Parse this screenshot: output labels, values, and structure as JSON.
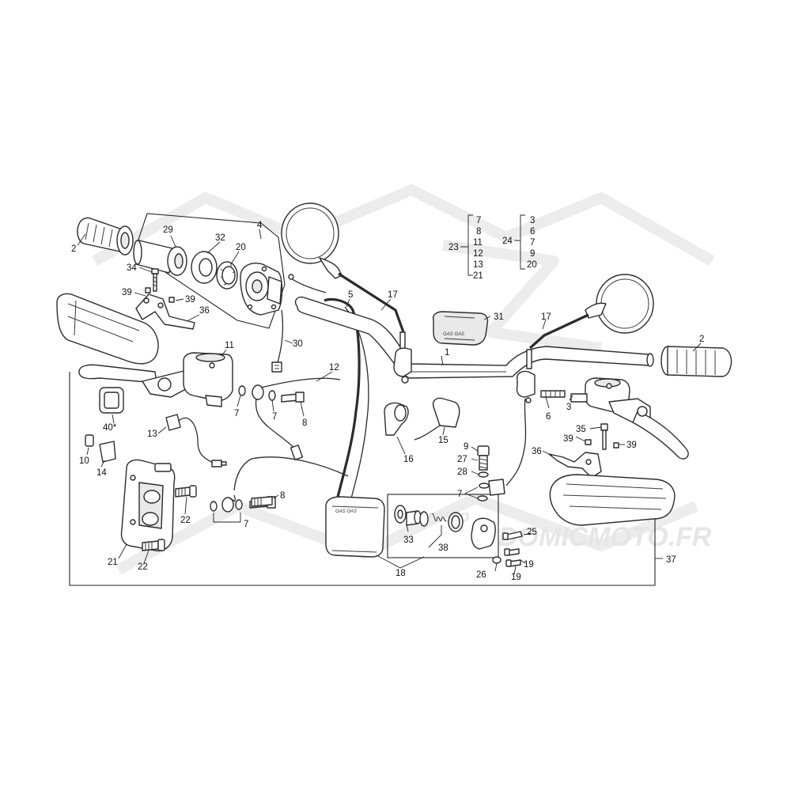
{
  "watermark": {
    "text_bottom": "DOMICMOTO.FR",
    "text_moto": "moto"
  },
  "brand_mark": "GAS GAS",
  "callouts": {
    "c1": "1",
    "c2_left": "2",
    "c2_right": "2",
    "c3": "3",
    "c4": "4",
    "c5": "5",
    "c6": "6",
    "c7_a": "7",
    "c7_b": "7",
    "c7_c": "7",
    "c7_d": "7",
    "c8_a": "8",
    "c8_b": "8",
    "c9": "9",
    "c10": "10",
    "c11": "11",
    "c12": "12",
    "c13": "13",
    "c14": "14",
    "c15": "15",
    "c16": "16",
    "c17_a": "17",
    "c17_b": "17",
    "c18": "18",
    "c19_a": "19",
    "c19_b": "19",
    "c20": "20",
    "c21": "21",
    "c22_a": "22",
    "c22_b": "22",
    "c23": "23",
    "c24": "24",
    "c25": "25",
    "c26": "26",
    "c27": "27",
    "c28": "28",
    "c29": "29",
    "c30": "30",
    "c31": "31",
    "c32": "32",
    "c33": "33",
    "c34": "34",
    "c35": "35",
    "c36_a": "36",
    "c36_b": "36",
    "c37": "37",
    "c38": "38",
    "c39_a": "39",
    "c39_b": "39",
    "c39_c": "39",
    "c39_d": "39",
    "c40": "40*"
  },
  "kit_23": {
    "label": "23",
    "items": [
      "7",
      "8",
      "11",
      "12",
      "13",
      "21"
    ]
  },
  "kit_24": {
    "label": "24",
    "items": [
      "3",
      "6",
      "7",
      "9",
      "20"
    ]
  }
}
